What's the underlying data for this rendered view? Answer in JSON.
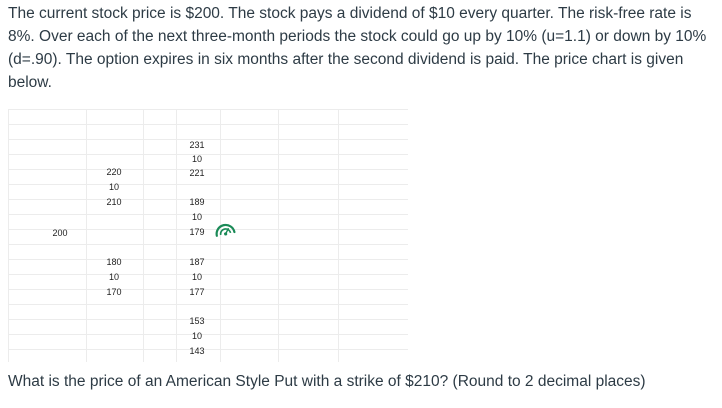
{
  "question": {
    "intro": "The current stock price is $200. The stock pays a dividend of $10 every quarter. The risk-free rate is 8%. Over each of the next three-month periods the stock could go up by 10% (u=1.1) or down by 10% (d=.90). The option expires in six months after the second dividend is paid. The price chart is given below."
  },
  "tree": {
    "root": "200",
    "step1_up": [
      "220",
      "10",
      "210"
    ],
    "step1_down": [
      "180",
      "10",
      "170"
    ],
    "step2_uu": [
      "231",
      "10",
      "221"
    ],
    "step2_ud": [
      "189",
      "10",
      "179"
    ],
    "step2_du": [
      "187",
      "10",
      "177"
    ],
    "step2_dd": [
      "153",
      "10",
      "143"
    ]
  },
  "footer": {
    "prompt": "What is the price of an American Style Put with a strike of $210? (Round to 2 decimal places)"
  },
  "icons": {
    "overlay_icon": "tilted-gauge-icon",
    "overlay_color": "#1a8a57"
  }
}
